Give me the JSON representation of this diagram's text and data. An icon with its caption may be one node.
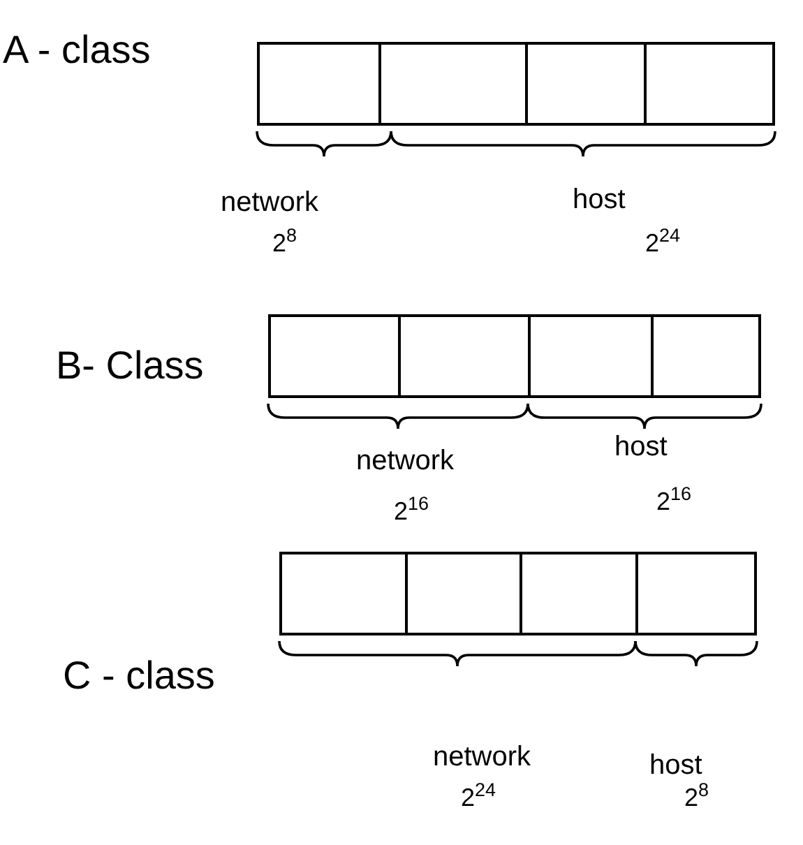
{
  "diagram": {
    "nodes": [
      {
        "text": [],
        "shape": "bar"
      },
      {
        "text": [],
        "shape": "box",
        "in": 0
      },
      {
        "text": [],
        "shape": "box",
        "in": 0
      },
      {
        "text": [],
        "shape": "box",
        "in": 0
      },
      {
        "text": [],
        "shape": "box",
        "in": 0
      },
      {
        "text": [],
        "shape": "bar"
      },
      {
        "text": [],
        "shape": "box",
        "in": 5
      },
      {
        "text": [],
        "shape": "box",
        "in": 5
      },
      {
        "text": [],
        "shape": "box",
        "in": 5
      },
      {
        "text": [],
        "shape": "box",
        "in": 5
      },
      {
        "text": [],
        "shape": "bar"
      },
      {
        "text": [],
        "shape": "box",
        "in": 10
      },
      {
        "text": [],
        "shape": "box",
        "in": 10
      },
      {
        "text": [],
        "shape": "box",
        "in": 10
      },
      {
        "text": [],
        "shape": "box",
        "in": 10
      }
    ],
    "labels": [
      "A - class",
      "network",
      "host",
      "2$^{8}$",
      "2$^{24}$",
      "B- Class",
      "network",
      "host",
      "2$^{16}$",
      "2$^{16}$",
      "C - class",
      "network",
      "host",
      "2$^{24}$",
      "2$^{8}$"
    ]
  }
}
